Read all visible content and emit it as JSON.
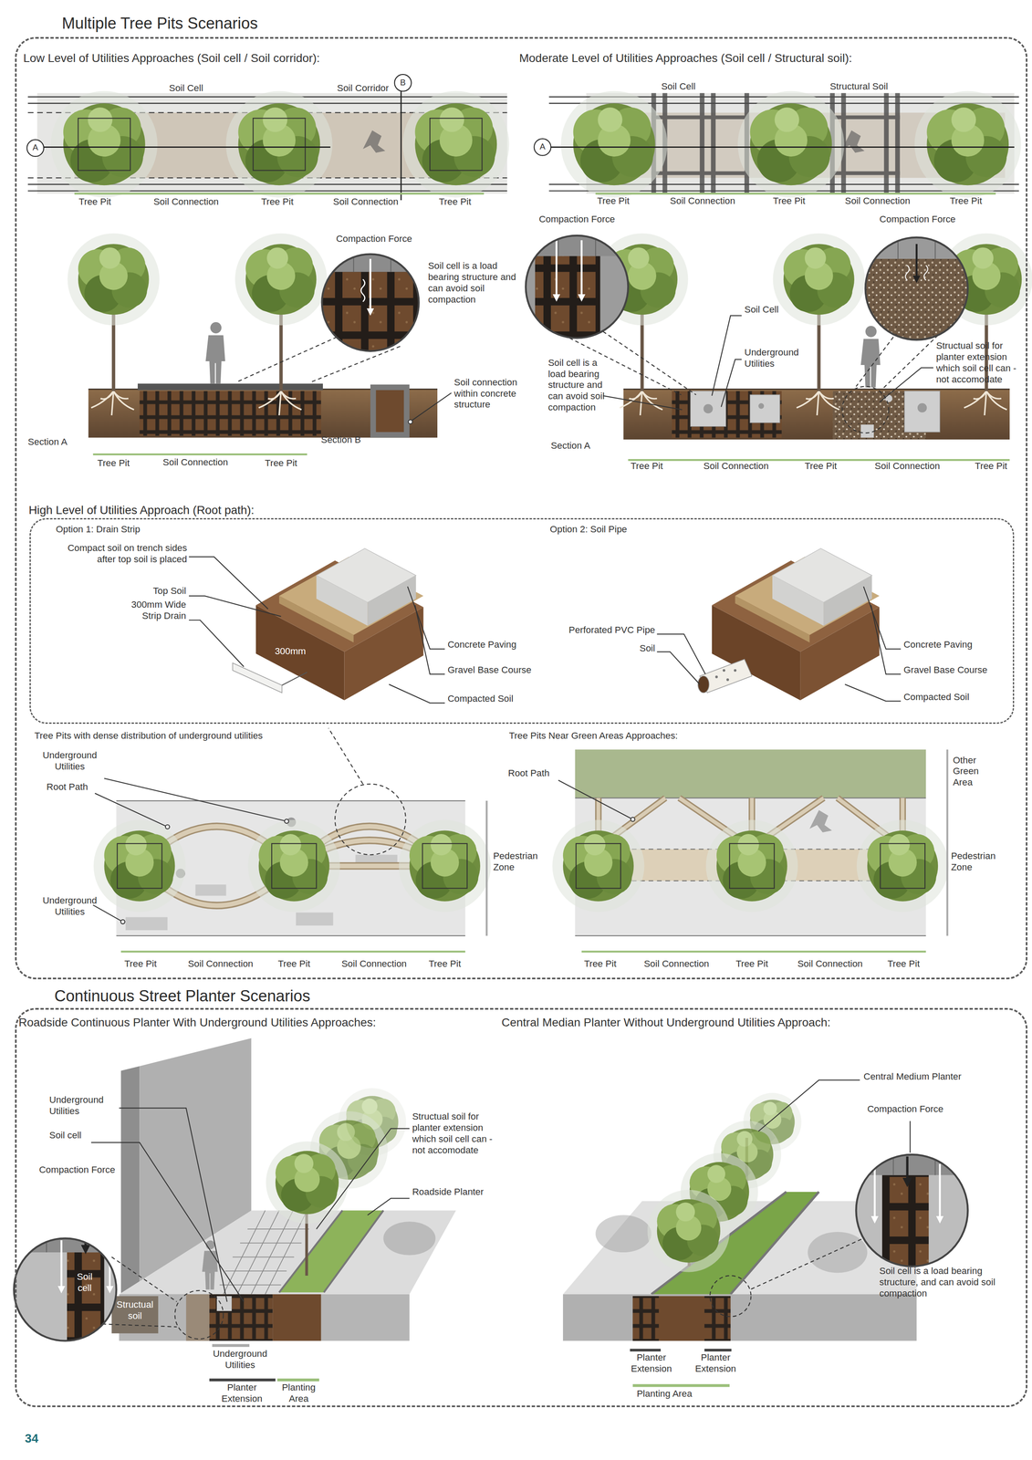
{
  "diagram": {
    "nodes": [
      {
        "text": [
          "Multiple Tree Pits Scenarios"
        ]
      },
      {
        "text": [
          "High Level of Utilities Approach (Root path):"
        ],
        "in": 0
      },
      {
        "text": [
          "Continuous Street Planter Scenarios"
        ]
      }
    ],
    "labels": [
      "Low Level of Utilities Approaches (Soil cell / Soil corridor):",
      "Soil Cell",
      "Soil Corridor",
      "B",
      "A",
      "Tree Pit",
      "Soil Connection",
      "Tree Pit",
      "Soil Connection",
      "Tree Pit",
      "Compaction Force",
      "Soil cell is a load bearing structure and can avoid soil compaction",
      "Soil connection within concrete structure",
      "Section A",
      "Section B",
      "Tree Pit",
      "Soil Connection",
      "Tree Pit",
      "Moderate Level of Utilities Approaches (Soil cell / Structural soil):",
      "Soil Cell",
      "Structural Soil",
      "A",
      "Tree Pit",
      "Soil Connection",
      "Tree Pit",
      "Soil Connection",
      "Tree Pit",
      "Compaction Force",
      "Compaction Force",
      "Soil Cell",
      "Underground Utilities",
      "Soil cell is a load bearing structure and can avoid soil compaction",
      "Structual soil for planter extension which soil cell can -not accomodate",
      "Section A",
      "Tree Pit",
      "Soil Connection",
      "Tree Pit",
      "Soil Connection",
      "Tree Pit",
      "Option 1: Drain Strip",
      "Option 2: Soil Pipe",
      "Compact soil on trench sides after top soil is placed",
      "Top Soil",
      "300mm Wide Strip Drain",
      "300mm",
      "Concrete Paving",
      "Gravel Base Course",
      "Compacted Soil",
      "Perforated PVC Pipe",
      "Soil",
      "Concrete Paving",
      "Gravel Base Course",
      "Compacted Soil",
      "Tree Pits with dense distribution of underground utilities",
      "Tree Pits Near Green Areas Approaches:",
      "Underground Utilities",
      "Root Path",
      "Underground Utilities",
      "Pedestrian Zone",
      "Root Path",
      "Other Green Area",
      "Pedestrian Zone",
      "Tree Pit",
      "Soil Connection",
      "Tree Pit",
      "Soil Connection",
      "Tree Pit",
      "Tree Pit",
      "Soil Connection",
      "Tree Pit",
      "Soil Connection",
      "Tree Pit",
      "Roadside Continuous Planter With Underground Utilities Approaches:",
      "Central Median Planter Without Underground Utilities Approach:",
      "Underground Utilities",
      "Soil cell",
      "Compaction Force",
      "Soil cell",
      "Structual soil",
      "Structual soil for planter extension which soil cell can -not accomodate",
      "Roadside Planter",
      "Underground Utilities",
      "Planter Extension",
      "Planting Area",
      "Central Medium Planter",
      "Compaction Force",
      "Soil cell is a load bearing structure, and can avoid soil compaction",
      "Planter Extension",
      "Planter Extension",
      "Planting Area",
      "34"
    ]
  }
}
